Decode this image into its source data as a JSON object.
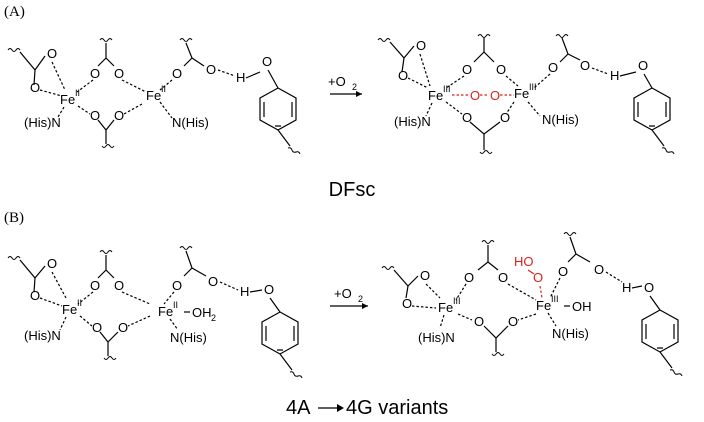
{
  "panels": {
    "A_label": "(A)",
    "B_label": "(B)"
  },
  "captions": {
    "A": "DFsc",
    "B_left": "4A",
    "B_right": "4G variants"
  },
  "atoms": {
    "O": "O",
    "H": "H",
    "Fe": "Fe",
    "his_left": "(His)N",
    "his_right": "N(His)",
    "OH2_base": "OH",
    "OH2_sub": "2",
    "OH": "OH",
    "HO": "HO"
  },
  "ox_states": {
    "II": "II",
    "III": "III"
  },
  "reagent": {
    "plus": "+O",
    "sub": "2"
  },
  "colors": {
    "red_atoms": "#e0201b",
    "black": "#000000"
  }
}
